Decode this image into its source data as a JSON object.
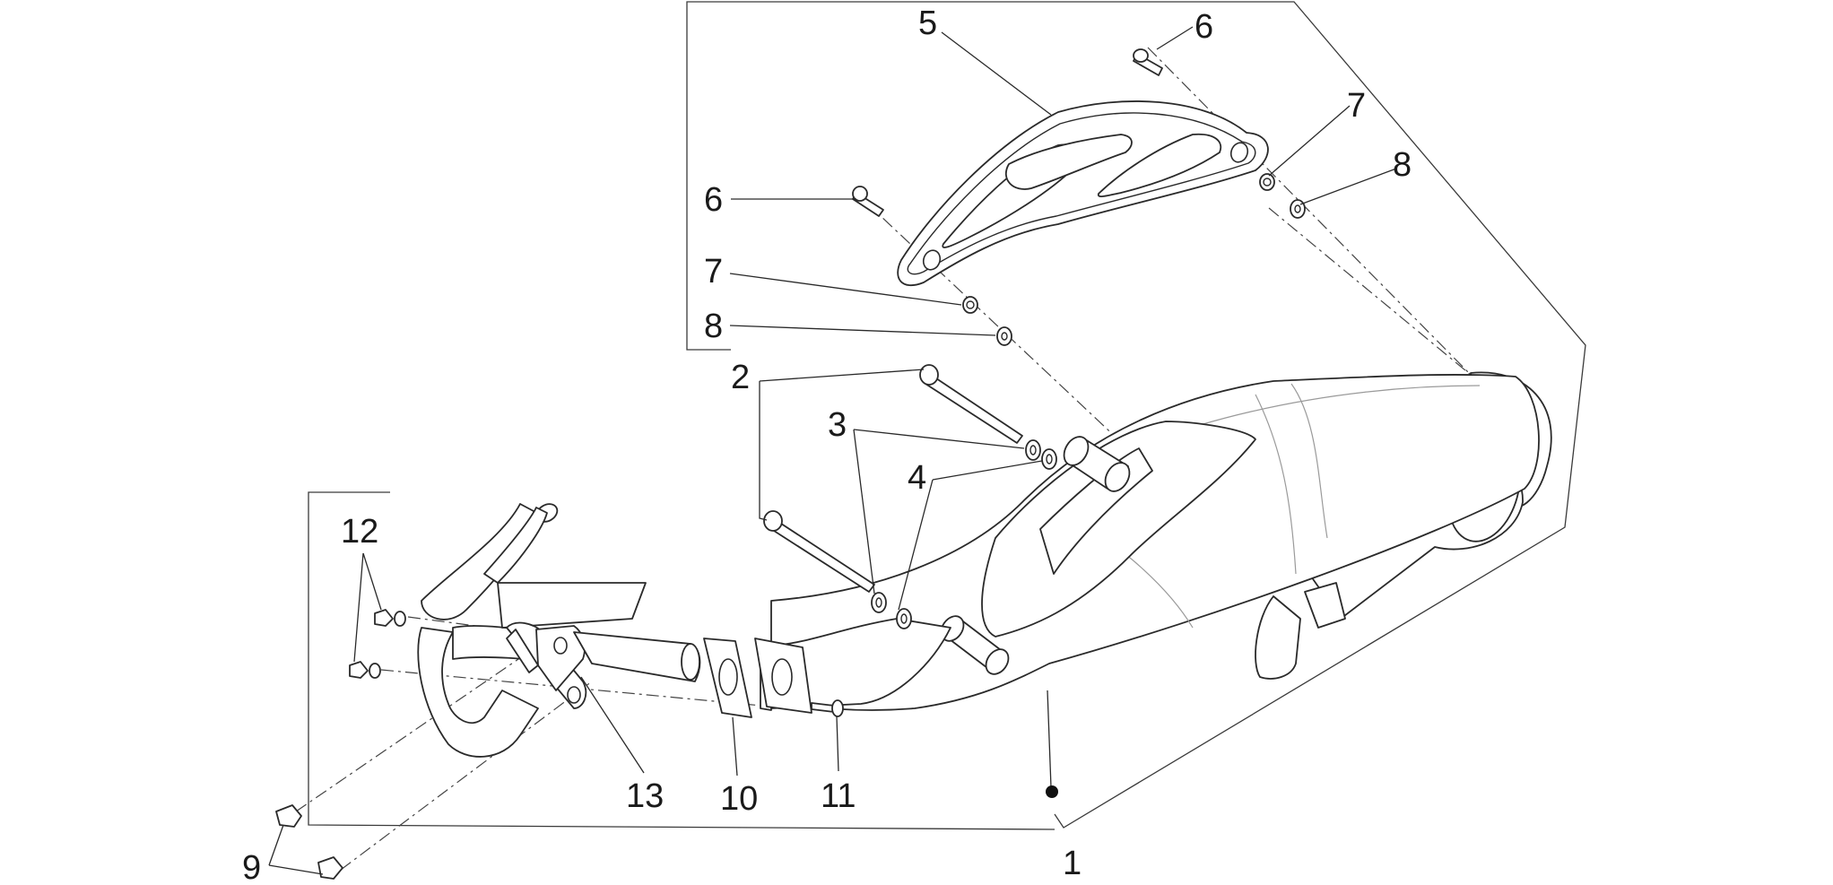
{
  "callouts": {
    "c1": "1",
    "c2": "2",
    "c3": "3",
    "c4": "4",
    "c5": "5",
    "c6a": "6",
    "c6b": "6",
    "c7a": "7",
    "c7b": "7",
    "c8a": "8",
    "c8b": "8",
    "c9": "9",
    "c10": "10",
    "c11": "11",
    "c12": "12",
    "c13": "13"
  }
}
